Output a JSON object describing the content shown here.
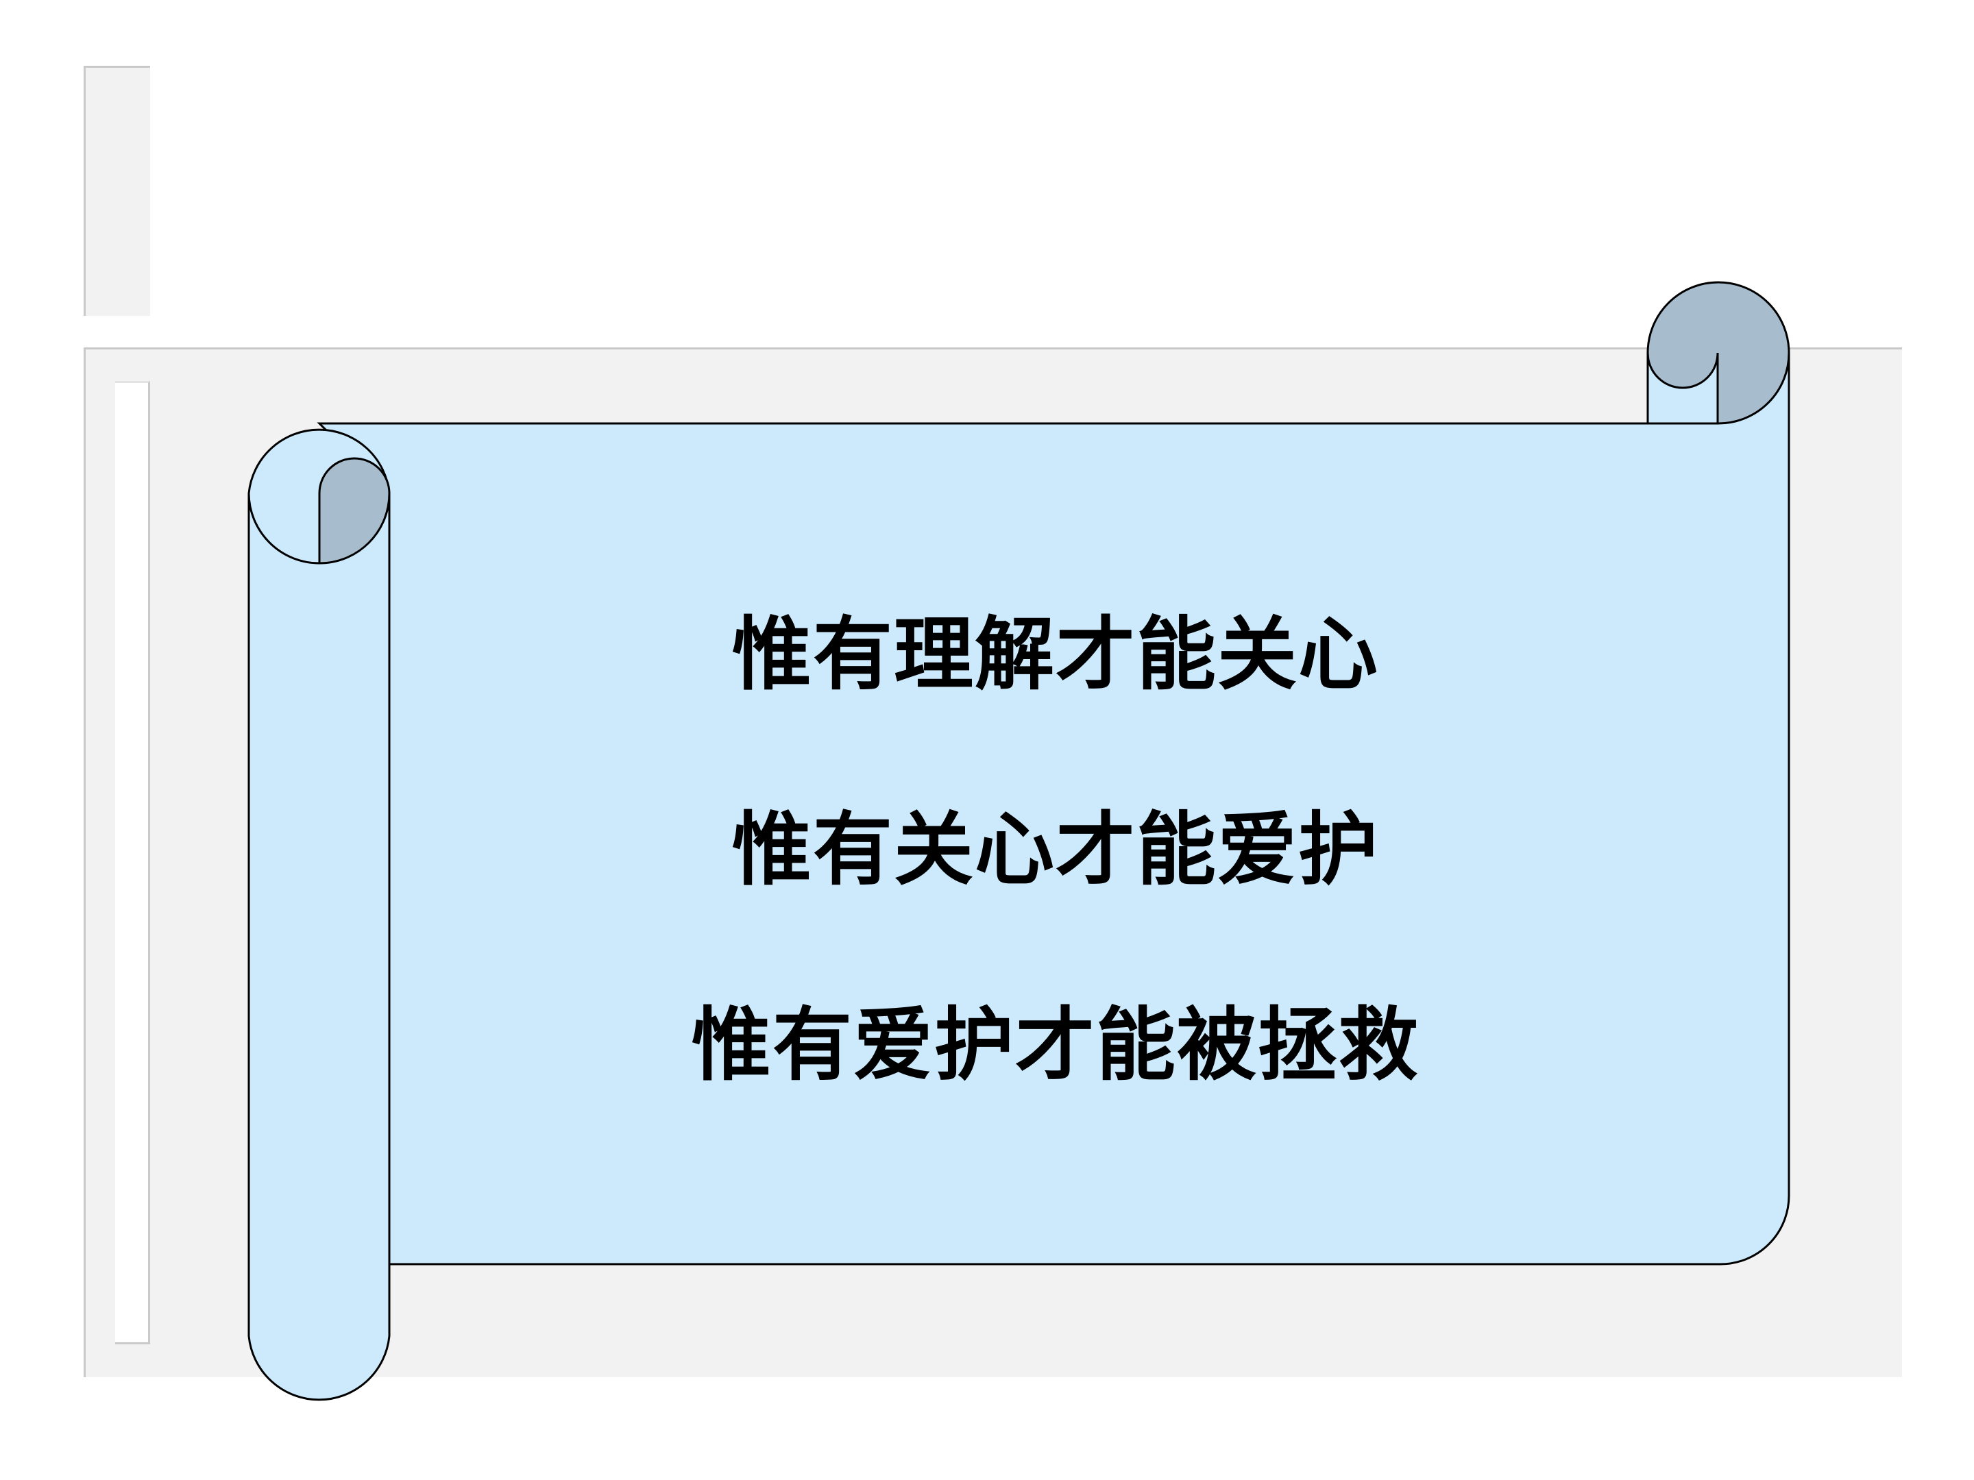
{
  "verses": [
    "惟有理解才能关心",
    "惟有关心才能爱护",
    "惟有爱护才能被拯救"
  ],
  "colors": {
    "scroll_fill": "#cdeafc",
    "scroll_curl": "#a7bccc",
    "scroll_stroke": "#000000",
    "frame_gray": "#f2f2f2",
    "frame_line": "#c9c9c9",
    "text": "#000000"
  }
}
